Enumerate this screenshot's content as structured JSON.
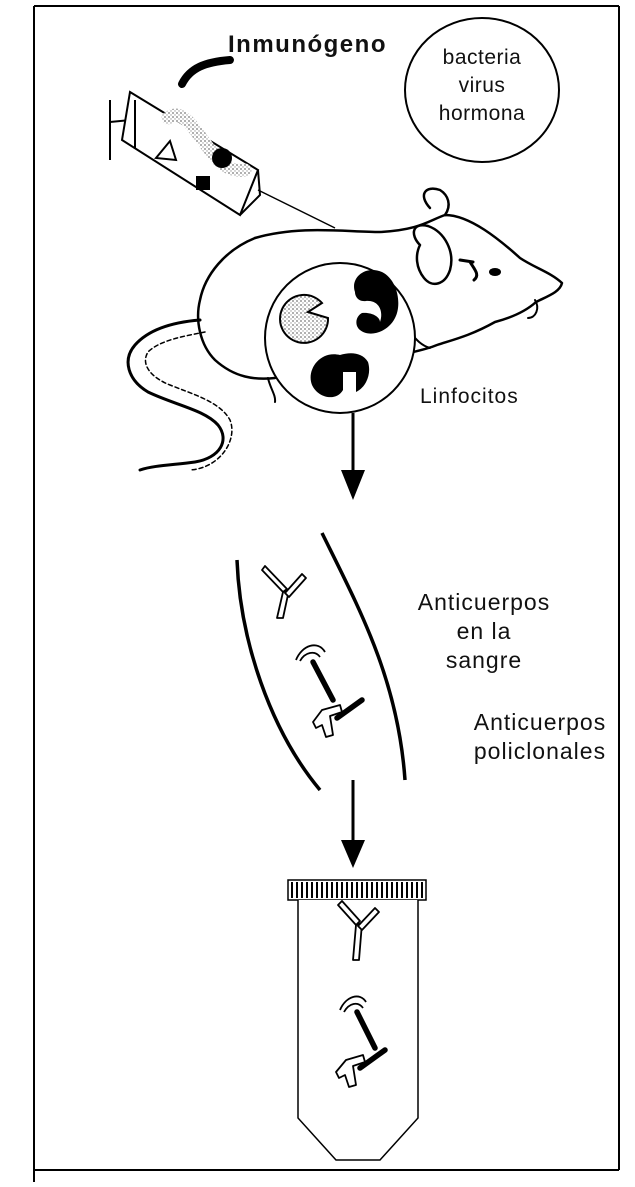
{
  "immunogen": {
    "label": "Inmunógeno"
  },
  "antigens": {
    "items": [
      "bacteria",
      "virus",
      "hormona"
    ]
  },
  "lymphocytes": {
    "label": "Linfocitos"
  },
  "blood_antibodies": {
    "lines": [
      "Anticuerpos",
      "en la",
      "sangre"
    ]
  },
  "polyclonal_antibodies": {
    "lines": [
      "Anticuerpos",
      "policlonales"
    ]
  },
  "colors": {
    "ink": "#000000",
    "background": "#ffffff",
    "stipple": "#9a9a9a"
  }
}
